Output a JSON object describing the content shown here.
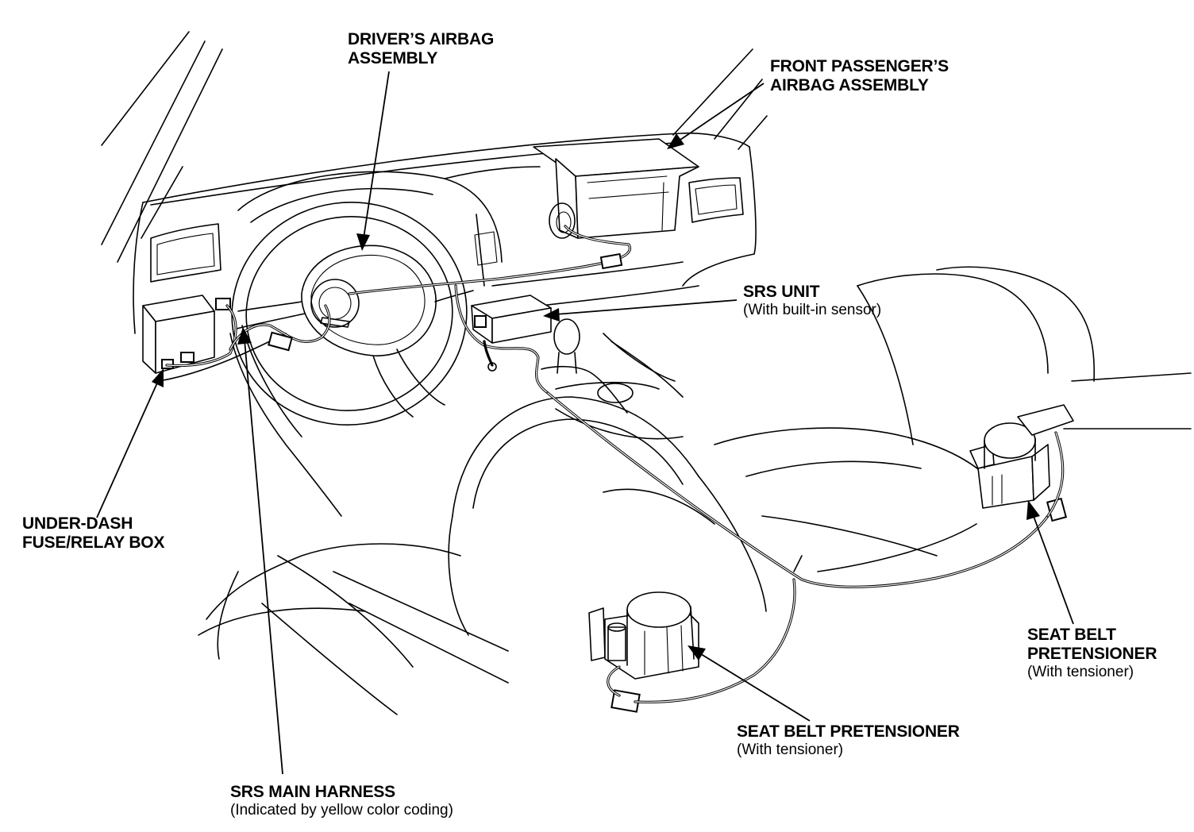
{
  "labels": {
    "drivers_airbag": {
      "line1": "DRIVER’S AIRBAG",
      "line2": "ASSEMBLY"
    },
    "passenger_airbag": {
      "line1": "FRONT PASSENGER’S",
      "line2": "AIRBAG ASSEMBLY"
    },
    "srs_unit": {
      "title": "SRS UNIT",
      "note": "(With built-in sensor)"
    },
    "fuse_box": {
      "line1": "UNDER-DASH",
      "line2": "FUSE/RELAY BOX"
    },
    "pretensioner_right": {
      "line1": "SEAT BELT",
      "line2": "PRETENSIONER",
      "note": "(With tensioner)"
    },
    "pretensioner_left": {
      "title": "SEAT BELT PRETENSIONER",
      "note": "(With tensioner)"
    },
    "main_harness": {
      "title": "SRS MAIN HARNESS",
      "note": "(Indicated by yellow color coding)"
    }
  }
}
